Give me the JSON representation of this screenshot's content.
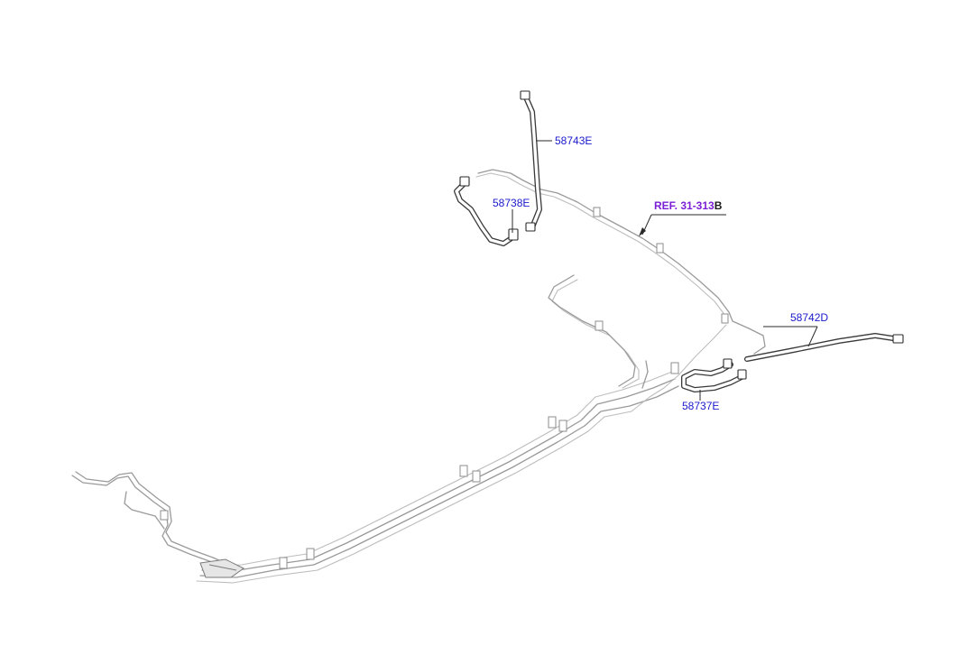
{
  "parts": {
    "p58743E": "58743E",
    "p58738E": "58738E",
    "p58742D": "58742D",
    "p58737E": "58737E"
  },
  "reference": {
    "main": "REF. 31-313",
    "suffix": "B"
  },
  "colors": {
    "part_label": "#1a1acc",
    "reference_label": "#7a1fd6",
    "pipe": "#9a9a9a",
    "hose": "#3a3a3a"
  }
}
